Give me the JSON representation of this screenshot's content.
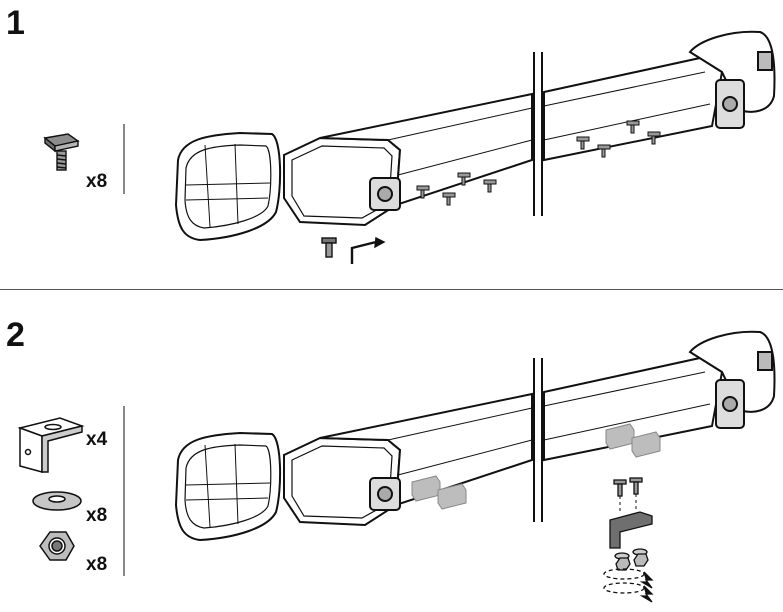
{
  "steps": [
    {
      "number": "1",
      "parts": [
        {
          "icon": "t-bolt-icon",
          "quantity": "x8"
        }
      ]
    },
    {
      "number": "2",
      "parts": [
        {
          "icon": "l-bracket-icon",
          "quantity": "x4"
        },
        {
          "icon": "washer-icon",
          "quantity": "x8"
        },
        {
          "icon": "hex-nut-icon",
          "quantity": "x8"
        }
      ]
    }
  ],
  "colors": {
    "line": "#111111",
    "part_fill": "#9a9a9a",
    "bar_fill": "#ffffff",
    "divider": "#555555"
  }
}
